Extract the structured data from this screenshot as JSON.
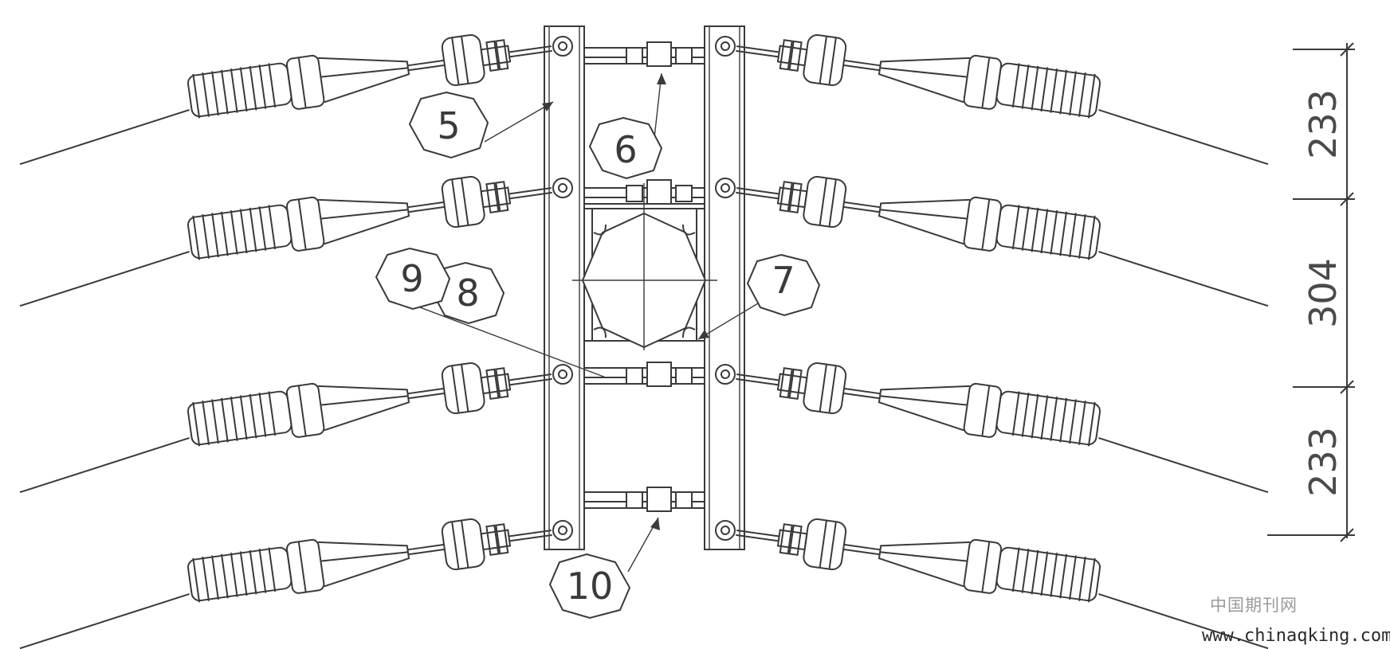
{
  "labels": [
    "5",
    "6",
    "7",
    "8",
    "9",
    "10"
  ],
  "dimensions": [
    "233",
    "304",
    "233"
  ],
  "watermark": {
    "chinese": "中国期刊网",
    "url": "www.chinaqking.com"
  },
  "colors": {
    "line": "#3a3a3a",
    "background": "#ffffff",
    "watermark": "#9a9a9a"
  }
}
